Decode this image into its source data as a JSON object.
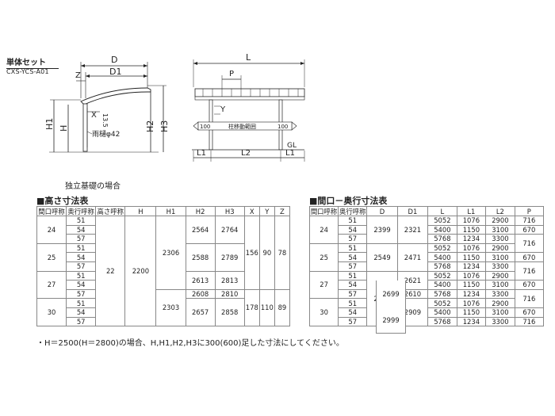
{
  "set_label": "単体セット",
  "model": "CXS-YCS-A01",
  "side_diagram": {
    "labels": {
      "D": "D",
      "D1": "D1",
      "Z": "Z",
      "X": "X",
      "H1": "H1",
      "H": "H",
      "H2": "H2",
      "H3": "H3",
      "dim_13_5": "13.5",
      "gutter": "雨樋φ42"
    }
  },
  "front_diagram": {
    "labels": {
      "L": "L",
      "P": "P",
      "Y": "Y",
      "GL": "GL",
      "L1_left": "L1",
      "L2": "L2",
      "L1_right": "L1",
      "range_left": "100",
      "range_center": "柱移動範囲",
      "range_right": "100"
    }
  },
  "foundation_note": "独立基礎の場合",
  "height_table": {
    "title": "■高さ寸法表",
    "headers": [
      "間口呼称",
      "奥行呼称",
      "高さ呼称",
      "H",
      "H1",
      "H2",
      "H3",
      "X",
      "Y",
      "Z"
    ],
    "col_frontage": [
      "24",
      "25",
      "27",
      "30"
    ],
    "col_depth": [
      "51",
      "54",
      "57",
      "51",
      "54",
      "57",
      "51",
      "54",
      "57",
      "51",
      "54",
      "57"
    ],
    "height_code": "22",
    "H": "2200",
    "H1": [
      "2306",
      "2303"
    ],
    "H2": [
      "2564",
      "2588",
      "2613",
      "2608",
      "2657"
    ],
    "H3": [
      "2764",
      "2789",
      "2813",
      "2810",
      "2858"
    ],
    "X": [
      "156",
      "178"
    ],
    "Y": [
      "90",
      "110"
    ],
    "Z": [
      "78",
      "89"
    ]
  },
  "size_table": {
    "title": "■間口－奥行寸法表",
    "headers": [
      "間口呼称",
      "奥行呼称",
      "D",
      "D1",
      "L",
      "L1",
      "L2",
      "P"
    ],
    "col_frontage": [
      "24",
      "25",
      "27",
      "30"
    ],
    "col_depth": [
      "51",
      "54",
      "57",
      "51",
      "54",
      "57",
      "51",
      "54",
      "57",
      "51",
      "54",
      "57"
    ],
    "D": [
      "2399",
      "2549",
      "2699",
      "2999"
    ],
    "D1": [
      "2321",
      "2471",
      "2621",
      "2610",
      "2909"
    ],
    "L": [
      "5052",
      "5400",
      "5768",
      "5052",
      "5400",
      "5768",
      "5052",
      "5400",
      "5768",
      "5052",
      "5400",
      "5768"
    ],
    "L1": [
      "1076",
      "1150",
      "1234",
      "1076",
      "1150",
      "1234",
      "1076",
      "1150",
      "1234",
      "1076",
      "1150",
      "1234"
    ],
    "L2": [
      "2900",
      "3100",
      "3300",
      "2900",
      "3100",
      "3300",
      "2900",
      "3100",
      "3300",
      "2900",
      "3100",
      "3300"
    ],
    "P": [
      "716",
      "670",
      "716",
      "670",
      "716",
      "670",
      "716",
      "670"
    ]
  },
  "footnote": "・H＝2500(H＝2800)の場合、H,H1,H2,H3に300(600)足した寸法にしてください。"
}
